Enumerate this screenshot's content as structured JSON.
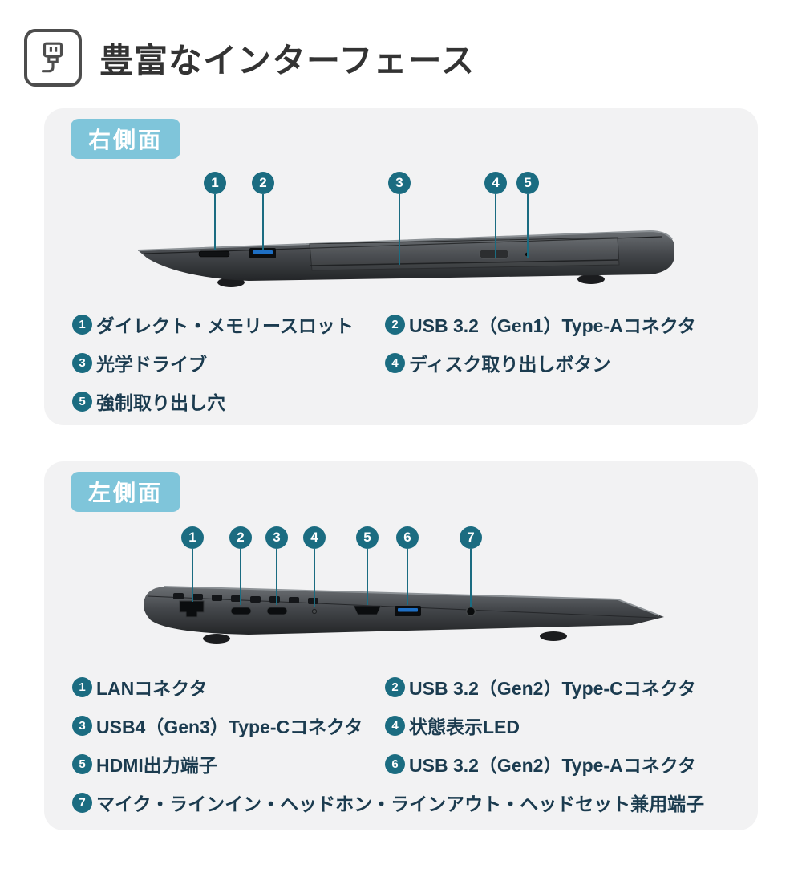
{
  "header": {
    "title": "豊富なインターフェース",
    "icon": "usb-plug-icon"
  },
  "colors": {
    "badge_blue": "#7FC5DA",
    "marker_teal": "#1B6C81",
    "text_navy": "#1B3B4F",
    "panel_gray": "#F2F2F3",
    "usb_port_blue": "#1E6FC4"
  },
  "right_panel": {
    "label": "右側面",
    "callouts": [
      "1",
      "2",
      "3",
      "4",
      "5"
    ],
    "legend": [
      {
        "num": "1",
        "text": "ダイレクト・メモリースロット"
      },
      {
        "num": "2",
        "text": "USB 3.2（Gen1）Type-Aコネクタ"
      },
      {
        "num": "3",
        "text": "光学ドライブ"
      },
      {
        "num": "4",
        "text": "ディスク取り出しボタン"
      },
      {
        "num": "5",
        "text": "強制取り出し穴"
      }
    ]
  },
  "left_panel": {
    "label": "左側面",
    "callouts": [
      "1",
      "2",
      "3",
      "4",
      "5",
      "6",
      "7"
    ],
    "legend": [
      {
        "num": "1",
        "text": "LANコネクタ"
      },
      {
        "num": "2",
        "text": "USB 3.2（Gen2）Type-Cコネクタ"
      },
      {
        "num": "3",
        "text": "USB4（Gen3）Type-Cコネクタ"
      },
      {
        "num": "4",
        "text": "状態表示LED"
      },
      {
        "num": "5",
        "text": "HDMI出力端子"
      },
      {
        "num": "6",
        "text": "USB 3.2（Gen2）Type-Aコネクタ"
      },
      {
        "num": "7",
        "text": "マイク・ラインイン・ヘッドホン・ラインアウト・ヘッドセット兼用端子"
      }
    ]
  }
}
